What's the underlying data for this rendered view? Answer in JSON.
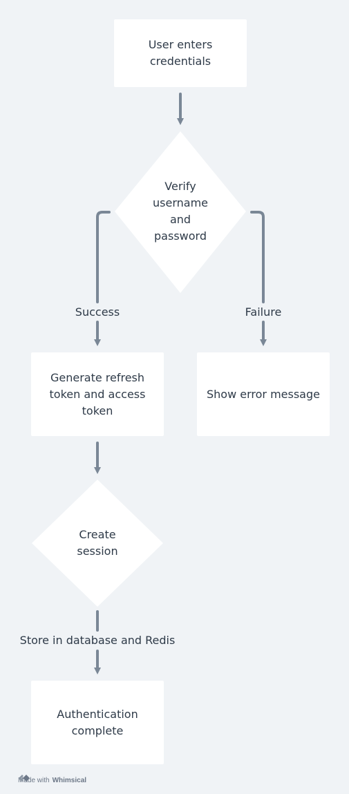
{
  "nodes": {
    "start": "User enters\ncredentials",
    "verify": "Verify\nusername\nand\npassword",
    "generate": "Generate refresh\ntoken and access\ntoken",
    "error": "Show error message",
    "session": "Create\nsession",
    "complete": "Authentication\ncomplete"
  },
  "edges": {
    "success": "Success",
    "failure": "Failure",
    "store": "Store in database and Redis"
  },
  "footer": {
    "made_with": "Made with",
    "brand": "Whimsical"
  },
  "colors": {
    "background": "#f0f3f6",
    "node_fill": "#ffffff",
    "connector": "#7a8796",
    "text": "#2e3a48"
  }
}
